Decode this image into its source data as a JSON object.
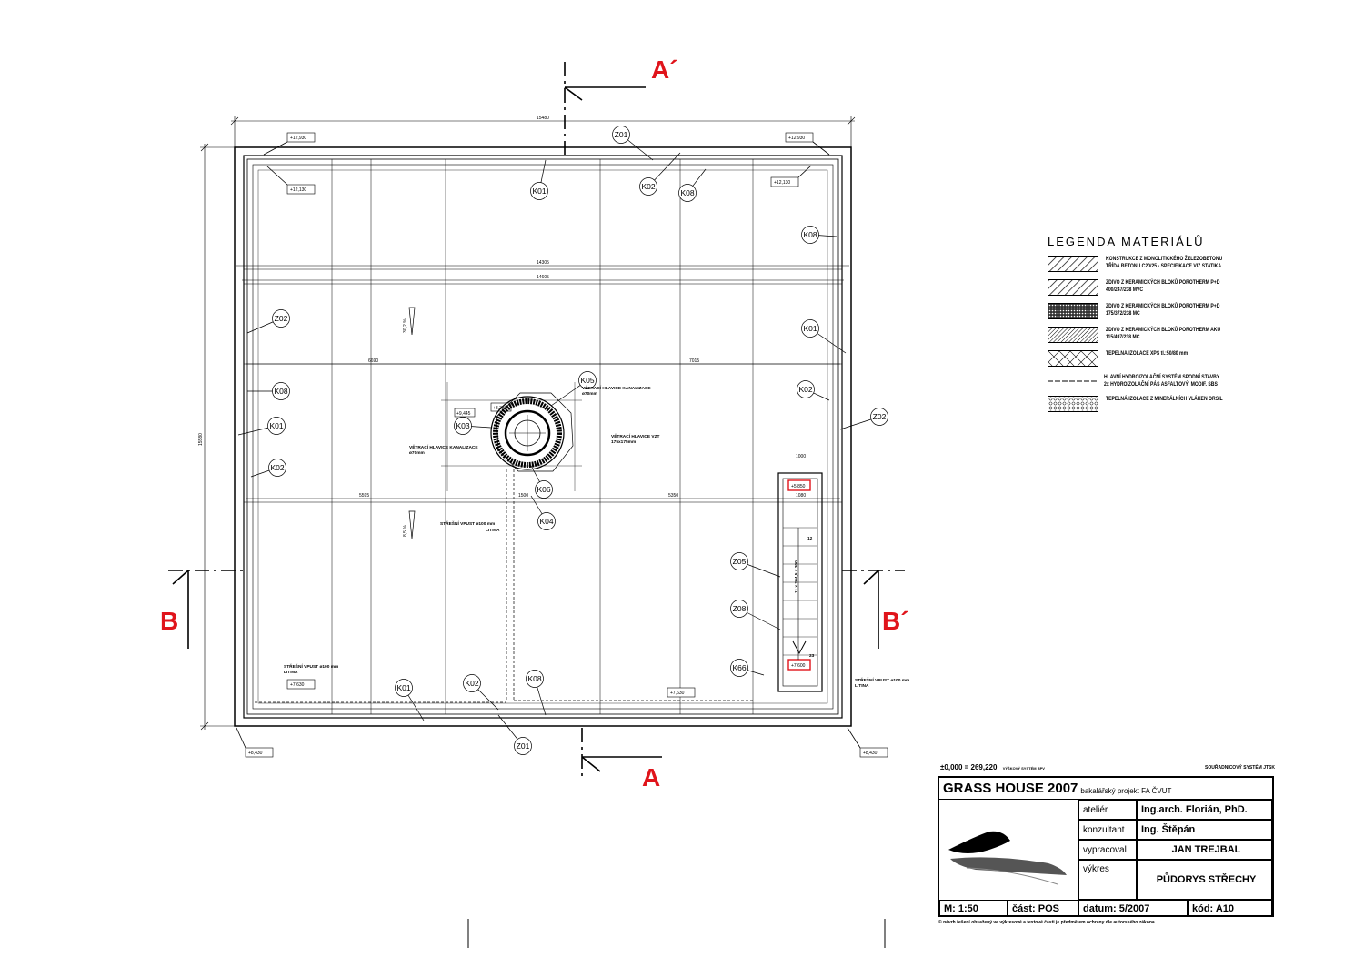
{
  "sections": {
    "a_top": "A´",
    "a_bottom": "A",
    "b_left": "B",
    "b_right": "B´"
  },
  "dimensions": {
    "overall_width": "15480",
    "overall_height": "15580",
    "inner_width_1": "14305",
    "inner_width_2": "14605",
    "left_span": "6690",
    "right_span": "7015",
    "lower_left": "5595",
    "lower_right": "5350",
    "mid_1500": "1500",
    "stair_1000": "1000",
    "stair_1080": "1080"
  },
  "levels": {
    "top_left_outer": "+12,930",
    "top_right_outer": "+12,930",
    "top_left_inner": "+12,130",
    "top_right_inner": "+12,130",
    "bottom_left_outer": "+8,430",
    "bottom_right_outer": "+8,430",
    "bottom_left_inner": "+7,630",
    "bottom_mid_inner": "+7,630",
    "stair_top": "+5,850",
    "stair_bottom": "+7,600",
    "center": "+9,445",
    "center2": "+8,330"
  },
  "slopes": {
    "upper": "30,2 %",
    "lower": "8,5 %"
  },
  "tags": [
    "Z01",
    "K01",
    "K02",
    "K08",
    "K08",
    "Z02",
    "K08",
    "K01",
    "K02",
    "K01",
    "K02",
    "Z02",
    "K05",
    "K03",
    "K06",
    "K04",
    "Z05",
    "Z08",
    "K66",
    "K01",
    "K02",
    "K08",
    "Z01"
  ],
  "notes": {
    "vent_sewer_top": "VĚTRACÍ HLAVICE KANALIZACE",
    "vent_sewer_top_size": "ø70mm",
    "vent_vzt": "VĚTRACÍ HLAVICE VZT",
    "vent_vzt_size": "175x175mm",
    "vent_sewer_left": "VĚTRACÍ HLAVICE KANALIZACE",
    "vent_sewer_left_size": "ø70mm",
    "drain_center": "STŘEŠNÍ VPUST ø100 mm",
    "drain_center_2": "LITINA",
    "drain_left": "STŘEŠNÍ VPUST ø100 mm",
    "drain_left_2": "LITINA",
    "drain_right": "STŘEŠNÍ VPUST ø100 mm",
    "drain_right_2": "LITINA",
    "stair": "11 x 204,5 x 300",
    "stair_num": "12",
    "stair_num2": "23"
  },
  "legend": {
    "title": "LEGENDA MATERIÁLŮ",
    "items": [
      {
        "text1": "KONSTRUKCE Z MONOLITICKÉHO ŽELEZOBETONU",
        "text2": "TŘÍDA BETONU C20/25 - SPECIFIKACE VIZ STATIKA"
      },
      {
        "text1": "ZDIVO Z KERAMICKÝCH BLOKŮ POROTHERM P+D",
        "text2": "400/247/238 MVC"
      },
      {
        "text1": "ZDIVO Z KERAMICKÝCH BLOKŮ POROTHERM P+D",
        "text2": "175/372/238 MC"
      },
      {
        "text1": "ZDIVO Z KERAMICKÝCH BLOKŮ POROTHERM AKU",
        "text2": "115/497/238 MC"
      },
      {
        "text1": "TEPELNÁ IZOLACE XPS tl.:50/80 mm",
        "text2": ""
      },
      {
        "text1": "HLAVNÍ HYDROIZOLAČNÍ SYSTÉM SPODNÍ STAVBY",
        "text2": "2x HYDROIZOLAČNÍ PÁS ASFALTOVÝ, MODIF. SBS"
      },
      {
        "text1": "TEPELNÁ IZOLACE Z MINERÁLNÍCH VLÁKEN ORSIL",
        "text2": ""
      }
    ]
  },
  "title_block": {
    "datum_left": "±0,000 = 269,220",
    "datum_left_small": "VÝŠKOVÝ SYSTÉM BPV",
    "datum_right": "SOUŘADNICOVÝ SYSTÉM JTSK",
    "project": "GRASS HOUSE 2007",
    "project_sub": "bakalářský projekt FA ČVUT",
    "rows": [
      {
        "label": "ateliér",
        "value": "Ing.arch. Florián, PhD."
      },
      {
        "label": "konzultant",
        "value": "Ing. Štěpán"
      },
      {
        "label": "vypracoval",
        "value": "JAN TREJBAL"
      },
      {
        "label": "výkres",
        "value": "PŮDORYS STŘECHY"
      }
    ],
    "scale": "M:  1:50",
    "part": "část: POS",
    "date": "datum: 5/2007",
    "code": "kód: A10",
    "footer": "© návrh řešení obsažený ve výkresové a textové části je předmětem ochrany dle autorského zákona"
  }
}
